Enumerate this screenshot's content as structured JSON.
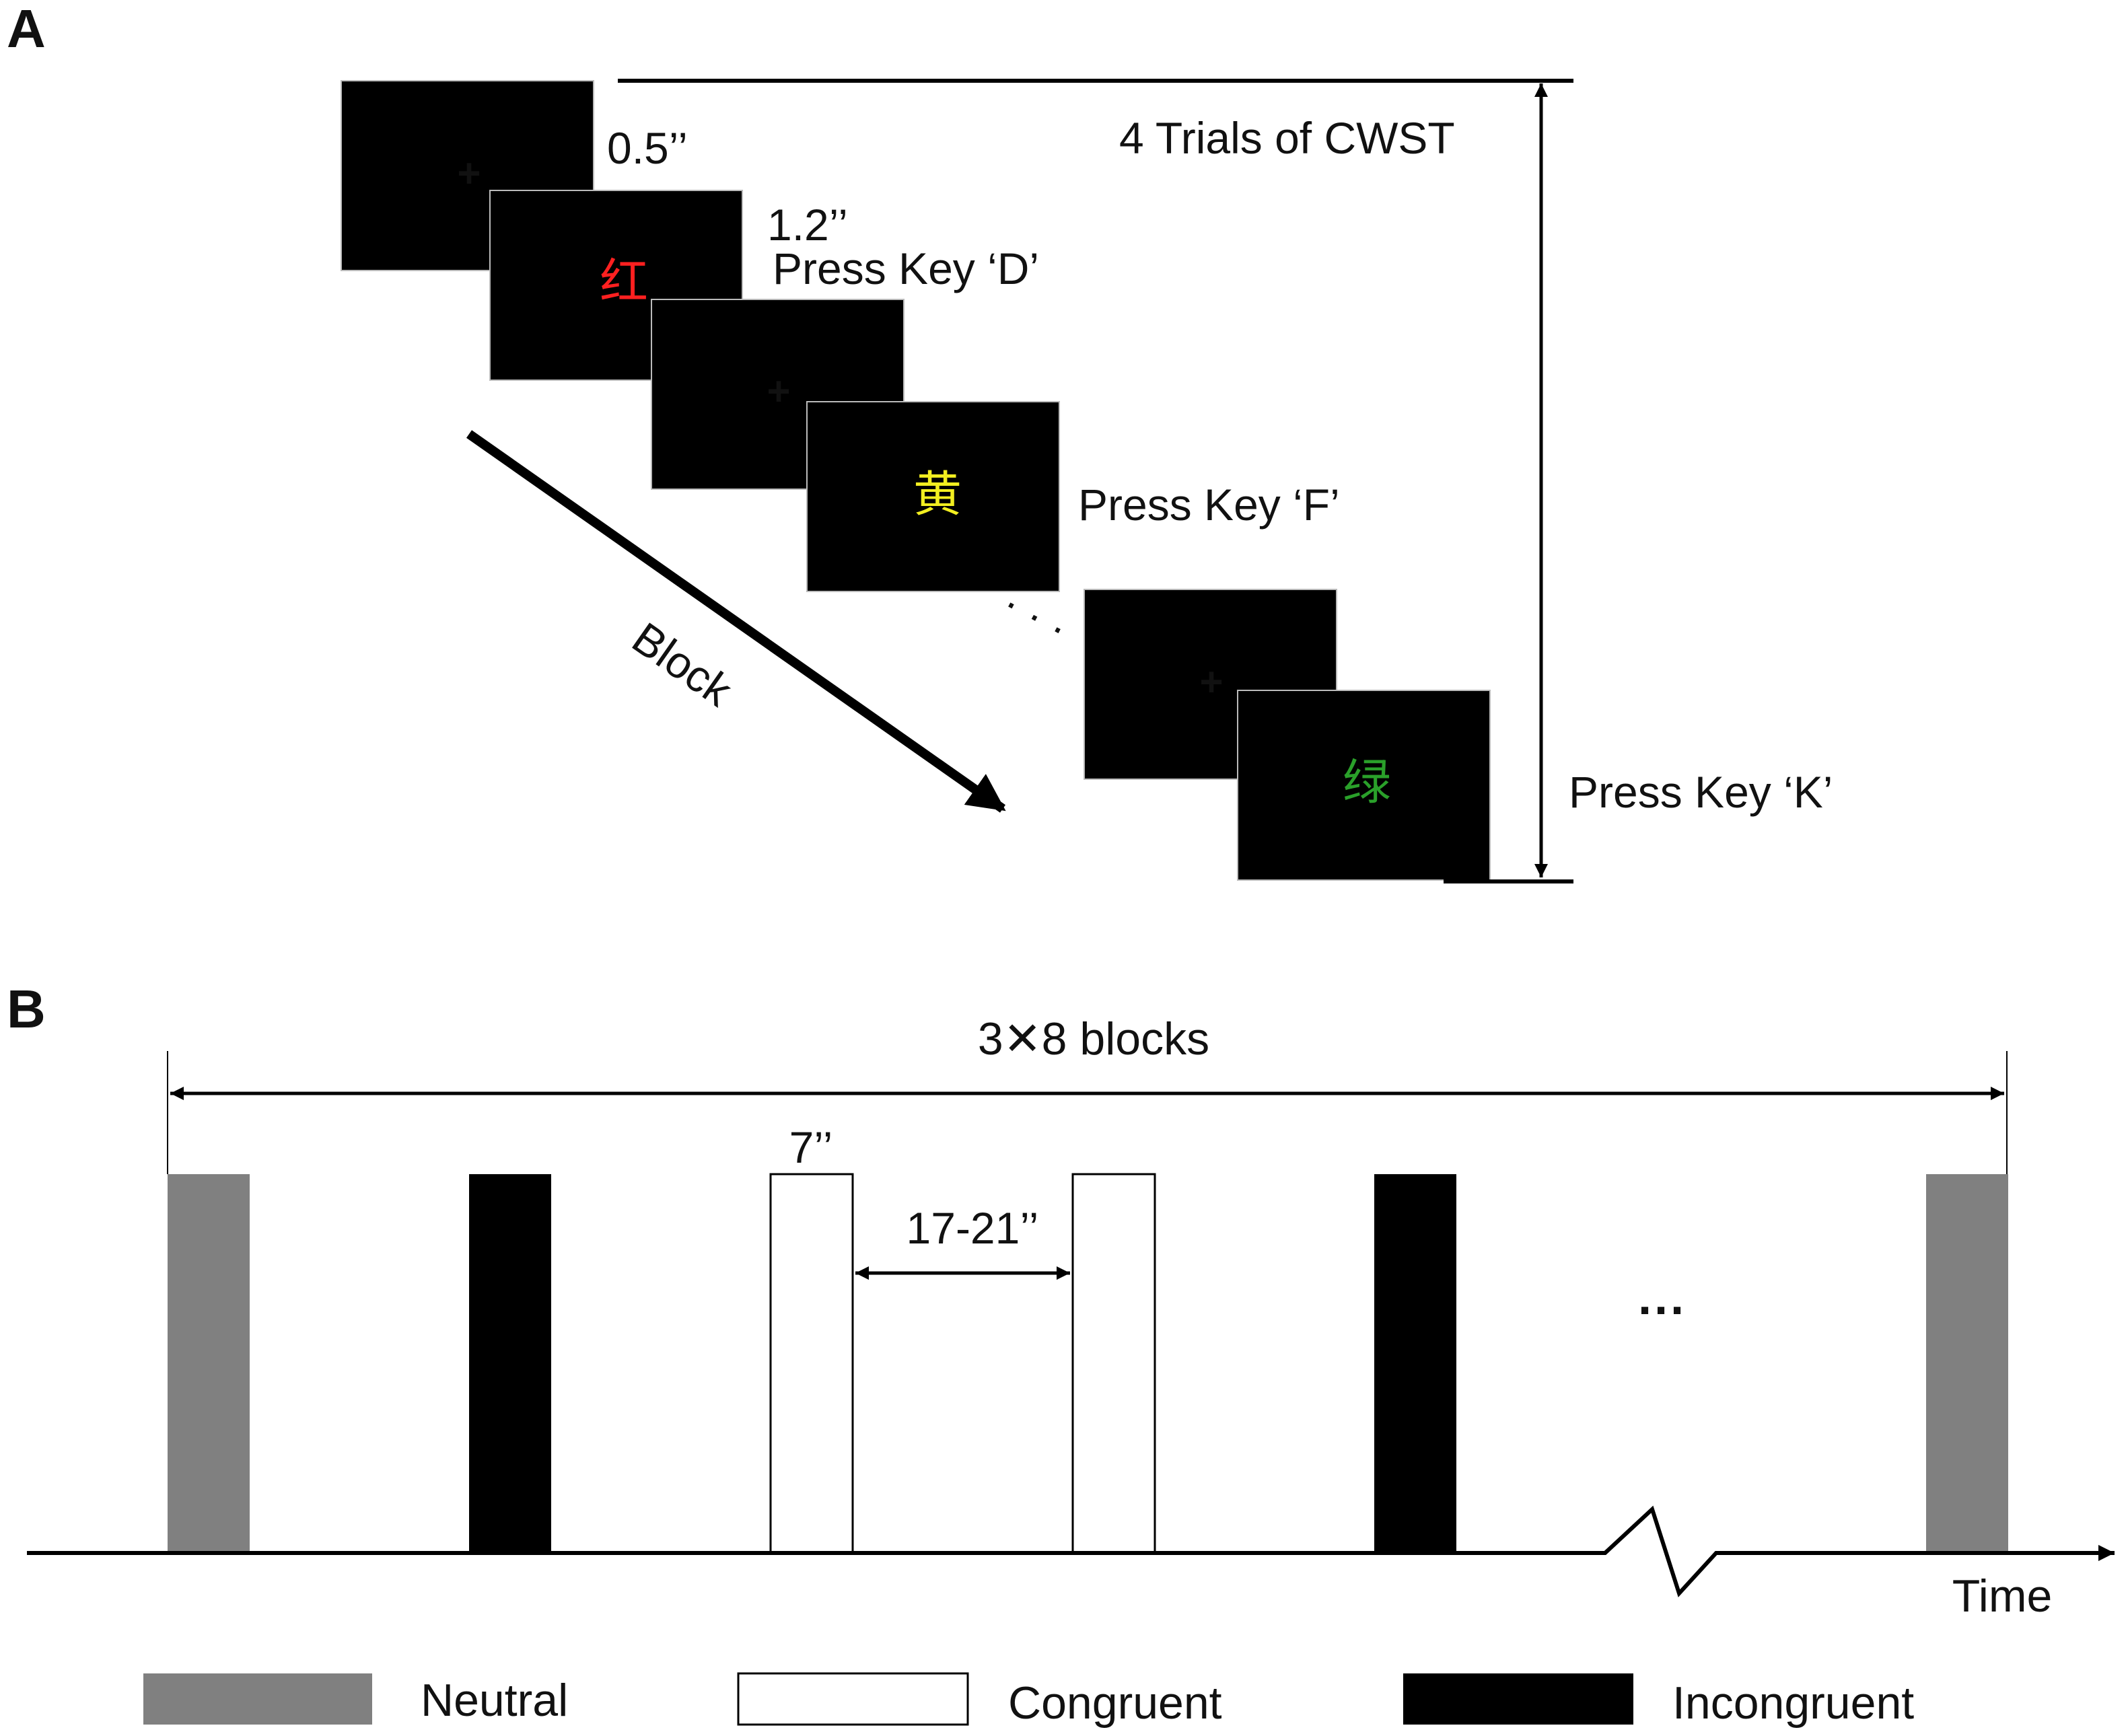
{
  "panel_a": {
    "label": "A",
    "frames": [
      {
        "content": "+",
        "color": "#ffffff"
      },
      {
        "content": "红",
        "color": "#ff2020"
      },
      {
        "content": "+",
        "color": "#ffffff"
      },
      {
        "content": "黄",
        "color": "#f2ee20"
      },
      {
        "content": "+",
        "color": "#ffffff"
      },
      {
        "content": "绿",
        "color": "#2aa02a"
      }
    ],
    "duration_fixation": "0.5’’",
    "duration_word": "1.2’’",
    "press_key_d": "Press Key ‘D’",
    "press_key_f": "Press Key ‘F’",
    "press_key_k": "Press Key ‘K’",
    "ellipsis": "· · ·",
    "block_label": "Block",
    "trials_label": "4 Trials of CWST"
  },
  "panel_b": {
    "label": "B",
    "total_label": "3✕8 blocks",
    "block_duration": "7’’",
    "interval_label": "17-21’’",
    "ellipsis": "···",
    "time_label": "Time",
    "blocks": [
      {
        "condition": "neutral"
      },
      {
        "condition": "incongruent"
      },
      {
        "condition": "congruent"
      },
      {
        "condition": "congruent"
      },
      {
        "condition": "incongruent"
      },
      {
        "condition": "neutral"
      }
    ]
  },
  "legend": {
    "neutral": "Neutral",
    "congruent": "Congruent",
    "incongruent": "Incongruent"
  },
  "colors": {
    "neutral": "#808080",
    "congruent": "#ffffff",
    "incongruent": "#000000",
    "frame_bg": "#000000",
    "line": "#000000"
  }
}
